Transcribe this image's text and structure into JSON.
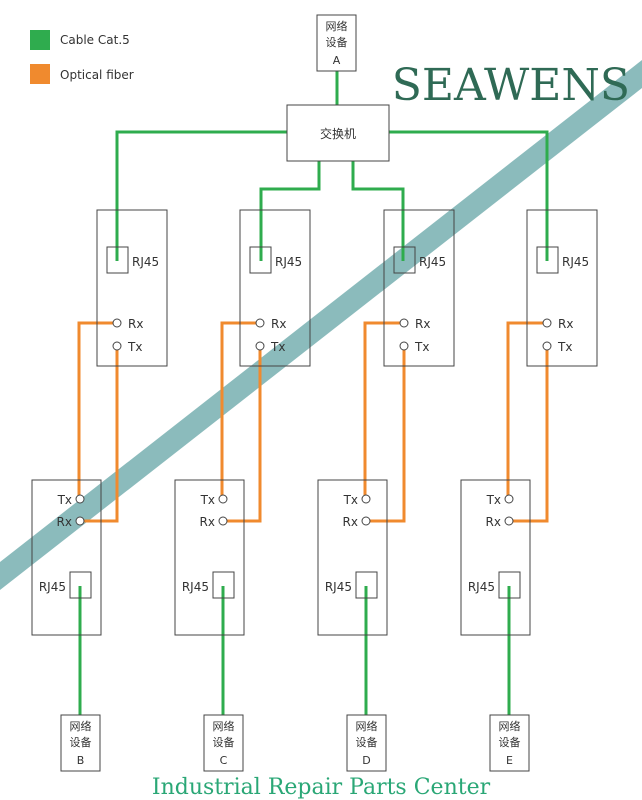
{
  "legend": [
    {
      "label": "Cable Cat.5",
      "color": "#2fac4e"
    },
    {
      "label": "Optical fiber",
      "color": "#f08a2e"
    }
  ],
  "switch": {
    "label": "交换机"
  },
  "devices": [
    {
      "line1": "网络",
      "line2": "设备",
      "id": "A"
    },
    {
      "line1": "网络",
      "line2": "设备",
      "id": "B"
    },
    {
      "line1": "网络",
      "line2": "设备",
      "id": "C"
    },
    {
      "line1": "网络",
      "line2": "设备",
      "id": "D"
    },
    {
      "line1": "网络",
      "line2": "设备",
      "id": "E"
    }
  ],
  "ports": {
    "rj45": "RJ45",
    "rx": "Rx",
    "tx": "Tx"
  },
  "watermark": {
    "brand": "SEAWENS",
    "tagline": "Industrial Repair Parts Center",
    "band_color": "#5a9ea0"
  }
}
